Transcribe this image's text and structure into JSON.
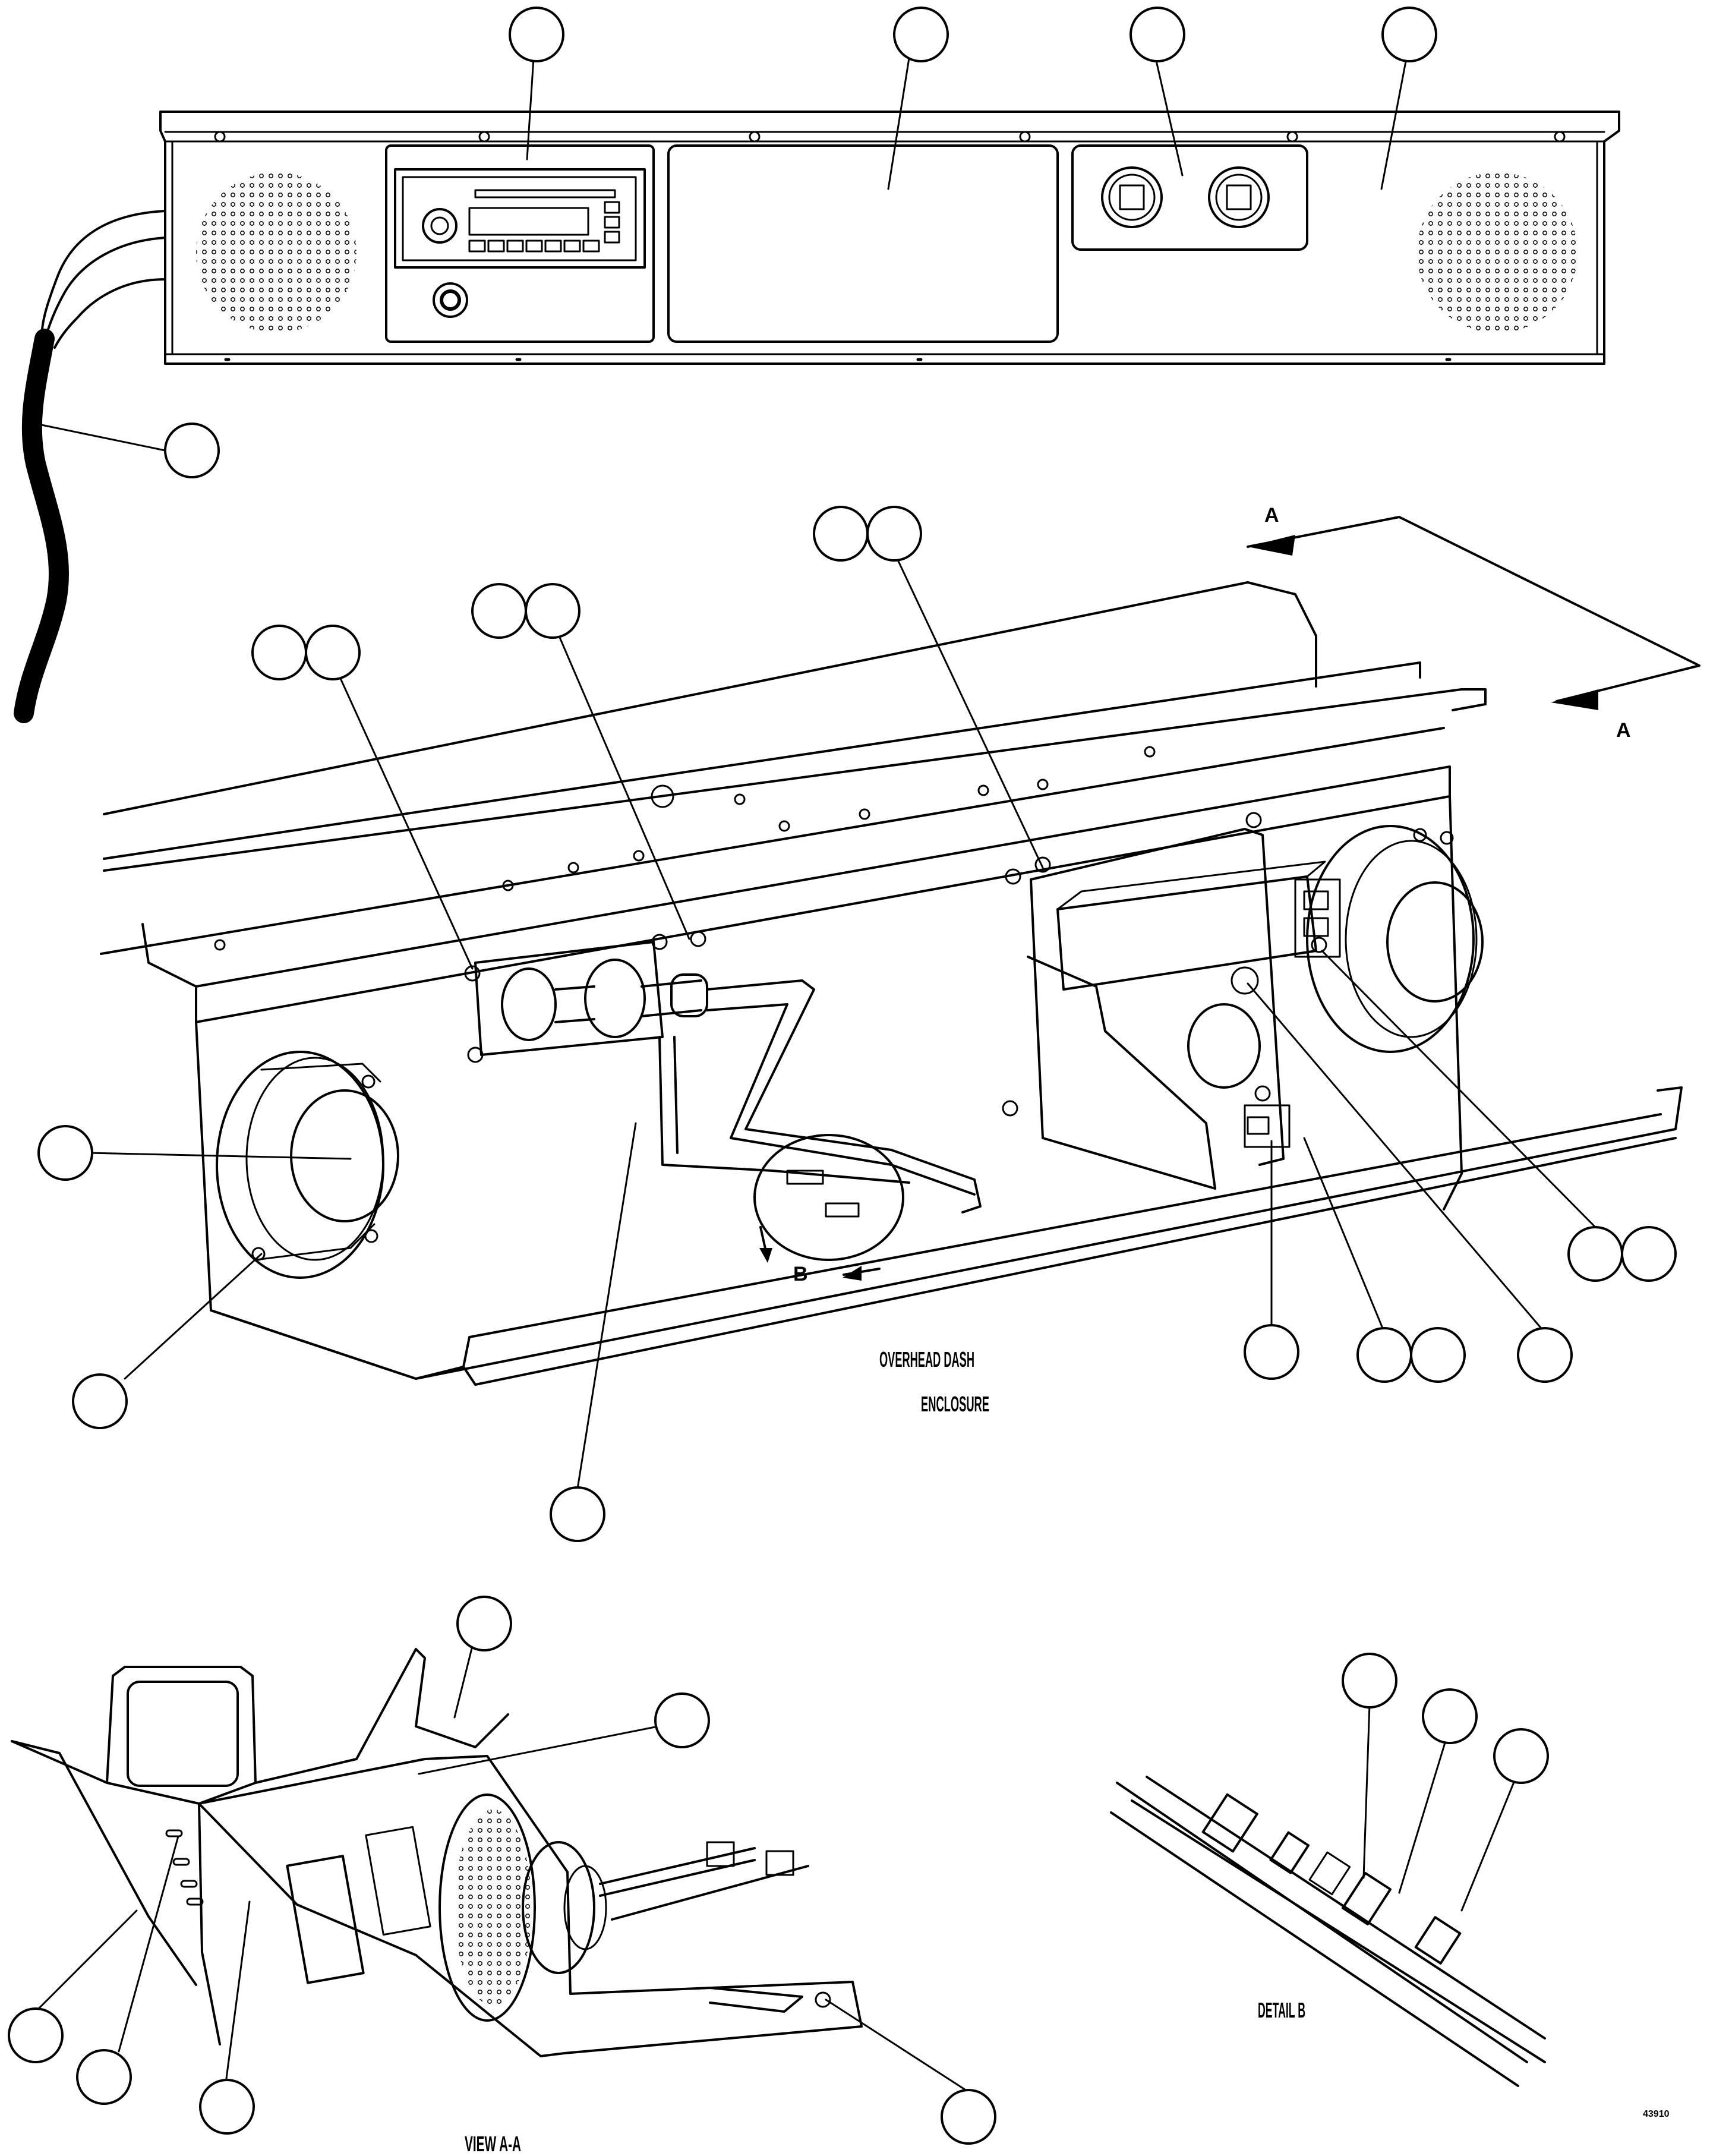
{
  "labels": {
    "overhead_line1": "OVERHEAD DASH",
    "overhead_line2": "ENCLOSURE",
    "view_aa": "VIEW A-A",
    "detail_b": "DETAIL B",
    "section_a_top": "A",
    "section_a_bottom": "A",
    "detail_b_marker": "B",
    "figure_id": "43910"
  },
  "colors": {
    "line": "#000000",
    "background": "#ffffff",
    "hose": "#000000"
  }
}
